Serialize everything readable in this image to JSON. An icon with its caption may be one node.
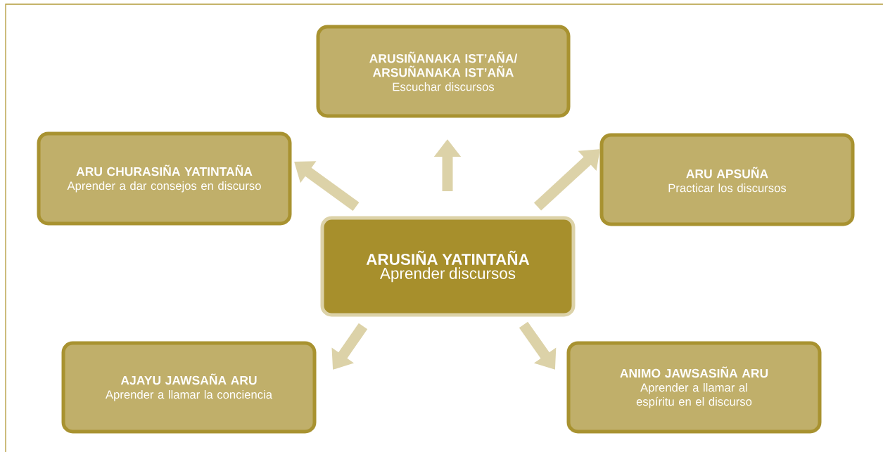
{
  "diagram": {
    "nodes": [
      {
        "text": [
          "ARUSIÑANAKA IST’AÑA/ ARSUÑANAKA IST’AÑA",
          "Escuchar discursos"
        ]
      },
      {
        "text": [
          "ARU CHURASIÑA YATINTAÑA",
          "Aprender a dar consejos en discurso"
        ]
      },
      {
        "text": [
          "ARU APSUÑA",
          "Practicar los discursos"
        ]
      },
      {
        "text": [
          "ARUSIÑA YATINTAÑA",
          "Aprender discursos"
        ]
      },
      {
        "text": [
          "AJAYU JAWSAÑA ARU",
          "Aprender a llamar la conciencia"
        ]
      },
      {
        "text": [
          "ANIMO JAWSASIÑA ARU",
          "Aprender a llamar al espíritu en el discurso"
        ]
      }
    ],
    "edges": [
      {
        "from": 3,
        "to": 0,
        "arrow": "to"
      },
      {
        "from": 3,
        "to": 1,
        "arrow": "to"
      },
      {
        "from": 3,
        "to": 2,
        "arrow": "to"
      },
      {
        "from": 3,
        "to": 4,
        "arrow": "to"
      },
      {
        "from": 3,
        "to": 5,
        "arrow": "to"
      }
    ]
  }
}
